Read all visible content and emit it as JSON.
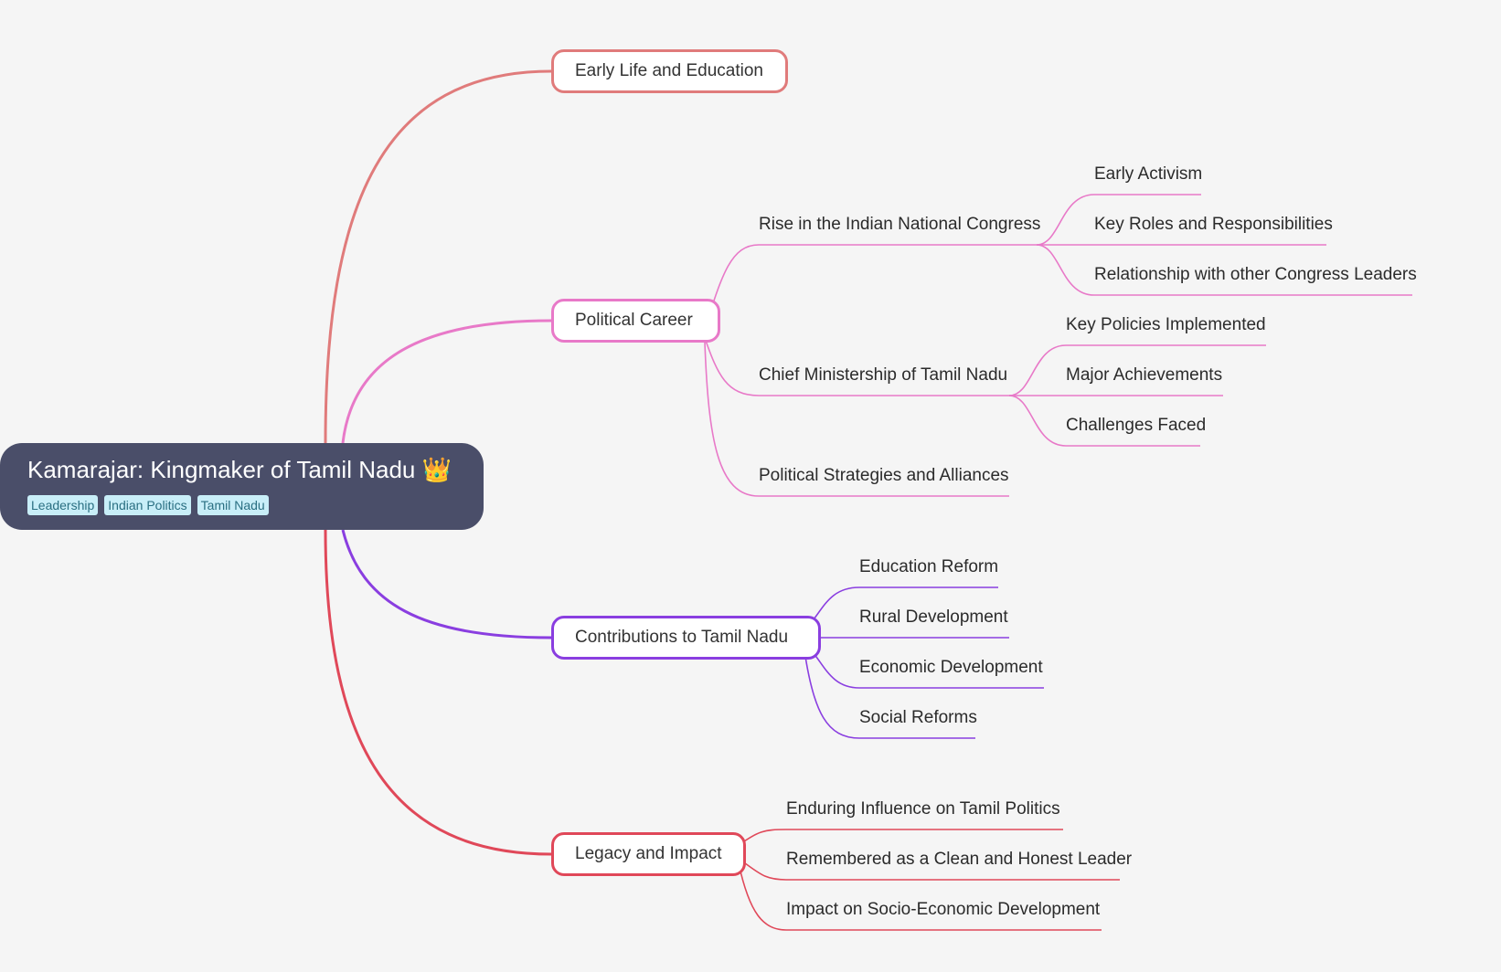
{
  "root": {
    "title": "Kamarajar: Kingmaker of Tamil Nadu",
    "icon": "crown-icon",
    "icon_glyph": "👑",
    "tags": [
      "Leadership",
      "Indian Politics",
      "Tamil Nadu"
    ]
  },
  "branches": [
    {
      "label": "Early Life and Education",
      "color": "#e07b7b",
      "children": []
    },
    {
      "label": "Political Career",
      "color": "#e879c8",
      "children": [
        {
          "label": "Rise in the Indian National Congress",
          "children": [
            {
              "label": "Early Activism"
            },
            {
              "label": "Key Roles and Responsibilities"
            },
            {
              "label": "Relationship with other Congress Leaders"
            }
          ]
        },
        {
          "label": "Chief Ministership of Tamil Nadu",
          "children": [
            {
              "label": "Key Policies Implemented"
            },
            {
              "label": "Major Achievements"
            },
            {
              "label": "Challenges Faced"
            }
          ]
        },
        {
          "label": "Political Strategies and Alliances",
          "children": []
        }
      ]
    },
    {
      "label": "Contributions to Tamil Nadu",
      "color": "#8a3ee0",
      "children": [
        {
          "label": "Education Reform"
        },
        {
          "label": "Rural Development"
        },
        {
          "label": "Economic Development"
        },
        {
          "label": "Social Reforms"
        }
      ]
    },
    {
      "label": "Legacy and Impact",
      "color": "#e04859",
      "children": [
        {
          "label": "Enduring Influence on Tamil Politics"
        },
        {
          "label": "Remembered as a Clean and Honest Leader"
        },
        {
          "label": "Impact on Socio-Economic Development"
        }
      ]
    }
  ]
}
